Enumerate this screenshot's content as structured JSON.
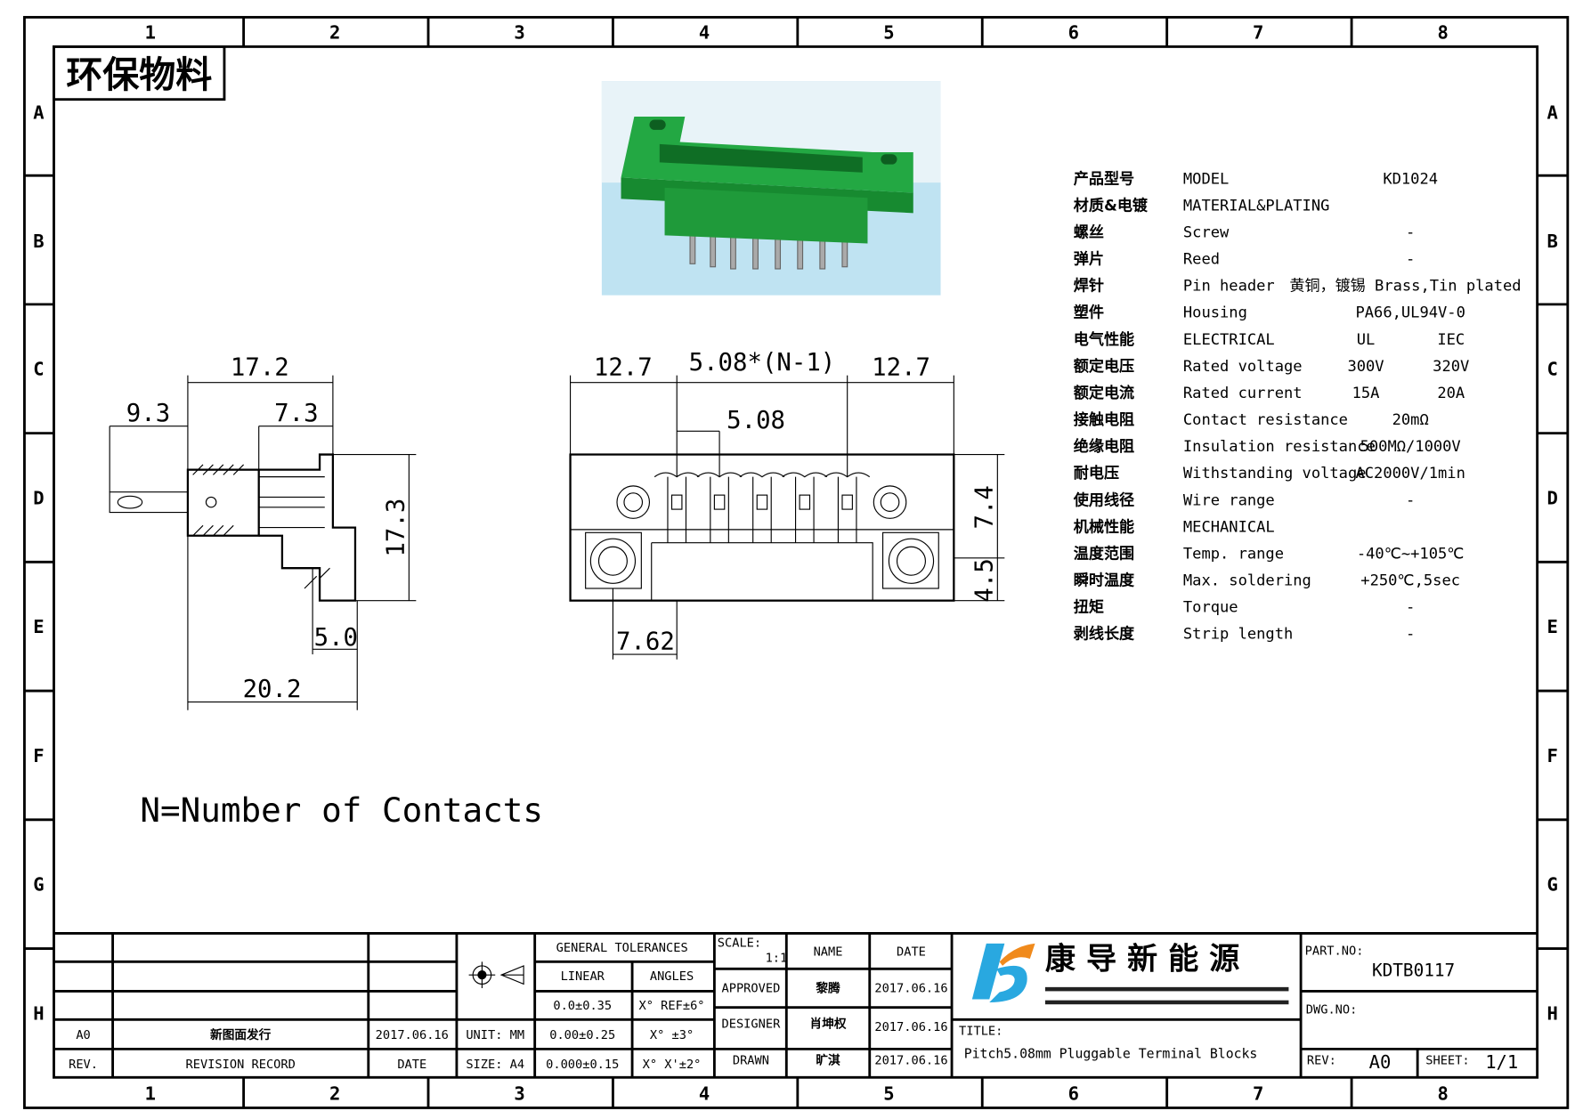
{
  "frame": {
    "columns": [
      "1",
      "2",
      "3",
      "4",
      "5",
      "6",
      "7",
      "8"
    ],
    "rows": [
      "A",
      "B",
      "C",
      "D",
      "E",
      "F",
      "G",
      "H"
    ]
  },
  "stamp": "环保物料",
  "specs": {
    "rows": [
      {
        "cn": "产品型号",
        "en": "MODEL",
        "value": "KD1024"
      },
      {
        "cn": "材质&电镀",
        "en": "MATERIAL&PLATING",
        "value": ""
      },
      {
        "cn": "螺丝",
        "en": "Screw",
        "value": "-"
      },
      {
        "cn": "弹片",
        "en": "Reed",
        "value": "-"
      },
      {
        "cn": "焊针",
        "en": "Pin header",
        "value": "黄铜，镀锡 Brass,Tin plated"
      },
      {
        "cn": "塑件",
        "en": "Housing",
        "value": "PA66,UL94V-0"
      },
      {
        "cn": "电气性能",
        "en": "ELECTRICAL",
        "ul": "UL",
        "iec": "IEC"
      },
      {
        "cn": "额定电压",
        "en": "Rated voltage",
        "ul": "300V",
        "iec": "320V"
      },
      {
        "cn": "额定电流",
        "en": "Rated current",
        "ul": "15A",
        "iec": "20A"
      },
      {
        "cn": "接触电阻",
        "en": "Contact resistance",
        "value": "20mΩ"
      },
      {
        "cn": "绝缘电阻",
        "en": "Insulation resistance",
        "value": "500MΩ/1000V"
      },
      {
        "cn": "耐电压",
        "en": "Withstanding voltage",
        "value": "AC2000V/1min"
      },
      {
        "cn": "使用线径",
        "en": "Wire range",
        "value": "-"
      },
      {
        "cn": "机械性能",
        "en": "MECHANICAL",
        "value": ""
      },
      {
        "cn": "温度范围",
        "en": "Temp. range",
        "value": "-40℃~+105℃"
      },
      {
        "cn": "瞬时温度",
        "en": "Max. soldering",
        "value": "+250℃,5sec"
      },
      {
        "cn": "扭矩",
        "en": "Torque",
        "value": "-"
      },
      {
        "cn": "剥线长度",
        "en": "Strip length",
        "value": "-"
      }
    ]
  },
  "dims": {
    "side": {
      "a": "17.2",
      "b": "9.3",
      "c": "7.3",
      "d": "17.3",
      "e": "5.0",
      "f": "20.2"
    },
    "front": {
      "a": "12.7",
      "b": "5.08*(N-1)",
      "c": "12.7",
      "d": "5.08",
      "e": "7.4",
      "f": "4.5",
      "g": "7.62"
    }
  },
  "note": "N=Number of Contacts",
  "titleblock": {
    "general_tolerances": "GENERAL TOLERANCES",
    "linear": "LINEAR",
    "angles": "ANGLES",
    "tol": [
      [
        "0.0±0.35",
        "X° REF±6°"
      ],
      [
        "0.00±0.25",
        "X° ±3°"
      ],
      [
        "0.000±0.15",
        "X° X'±2°"
      ]
    ],
    "unit": "UNIT: MM",
    "size": "SIZE: A4",
    "rev_row": {
      "rev": "A0",
      "record": "新图面发行",
      "date": "2017.06.16"
    },
    "headers": {
      "rev": "REV.",
      "record": "REVISION RECORD",
      "date": "DATE"
    },
    "scale_label": "SCALE:",
    "scale": "1:1",
    "name_h": "NAME",
    "date_h": "DATE",
    "people": [
      {
        "role": "APPROVED",
        "name": "黎腾",
        "date": "2017.06.16"
      },
      {
        "role": "DESIGNER",
        "name": "肖坤权",
        "date": "2017.06.16"
      },
      {
        "role": "DRAWN",
        "name": "旷淇",
        "date": "2017.06.16"
      }
    ],
    "company": "康 导 新 能 源",
    "title_label": "TITLE:",
    "title": "Pitch5.08mm Pluggable Terminal Blocks",
    "part_label": "PART.NO:",
    "part_no": "KDTB0117",
    "dwg_label": "DWG.NO:",
    "rev_label": "REV:",
    "rev": "A0",
    "sheet_label": "SHEET:",
    "sheet": "1/1"
  },
  "colors": {
    "housing": "#1f9a3a",
    "photo_bg": "#bfe3f2",
    "logo_blue": "#29a8e0",
    "logo_orange": "#f08a1c"
  }
}
